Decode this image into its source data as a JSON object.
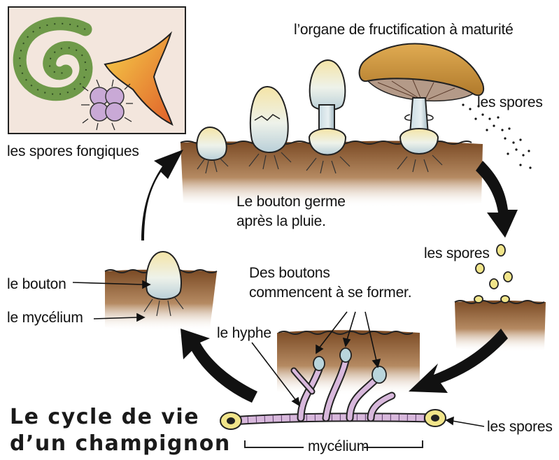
{
  "labels": {
    "fruiting_body": "l’organe de fructification à maturité",
    "spores_top": "les spores",
    "fungal_spores": "les spores fongiques",
    "button_germ_line1": "Le bouton germe",
    "button_germ_line2": "après la pluie.",
    "spores_right": "les spores",
    "button": "le bouton",
    "mycelium_left": "le mycélium",
    "buttons_form_line1": "Des boutons",
    "buttons_form_line2": "commencent à se former.",
    "hypha": "le hyphe",
    "spores_bottom": "les spores",
    "mycelium_bottom": "mycélium"
  },
  "title": {
    "line1": "Le cycle de vie",
    "line2": "d’un champignon"
  },
  "colors": {
    "soil": "#8a5a32",
    "cap": "#c9923a",
    "hypha": "#d8b8dc",
    "arrow": "#111111"
  }
}
